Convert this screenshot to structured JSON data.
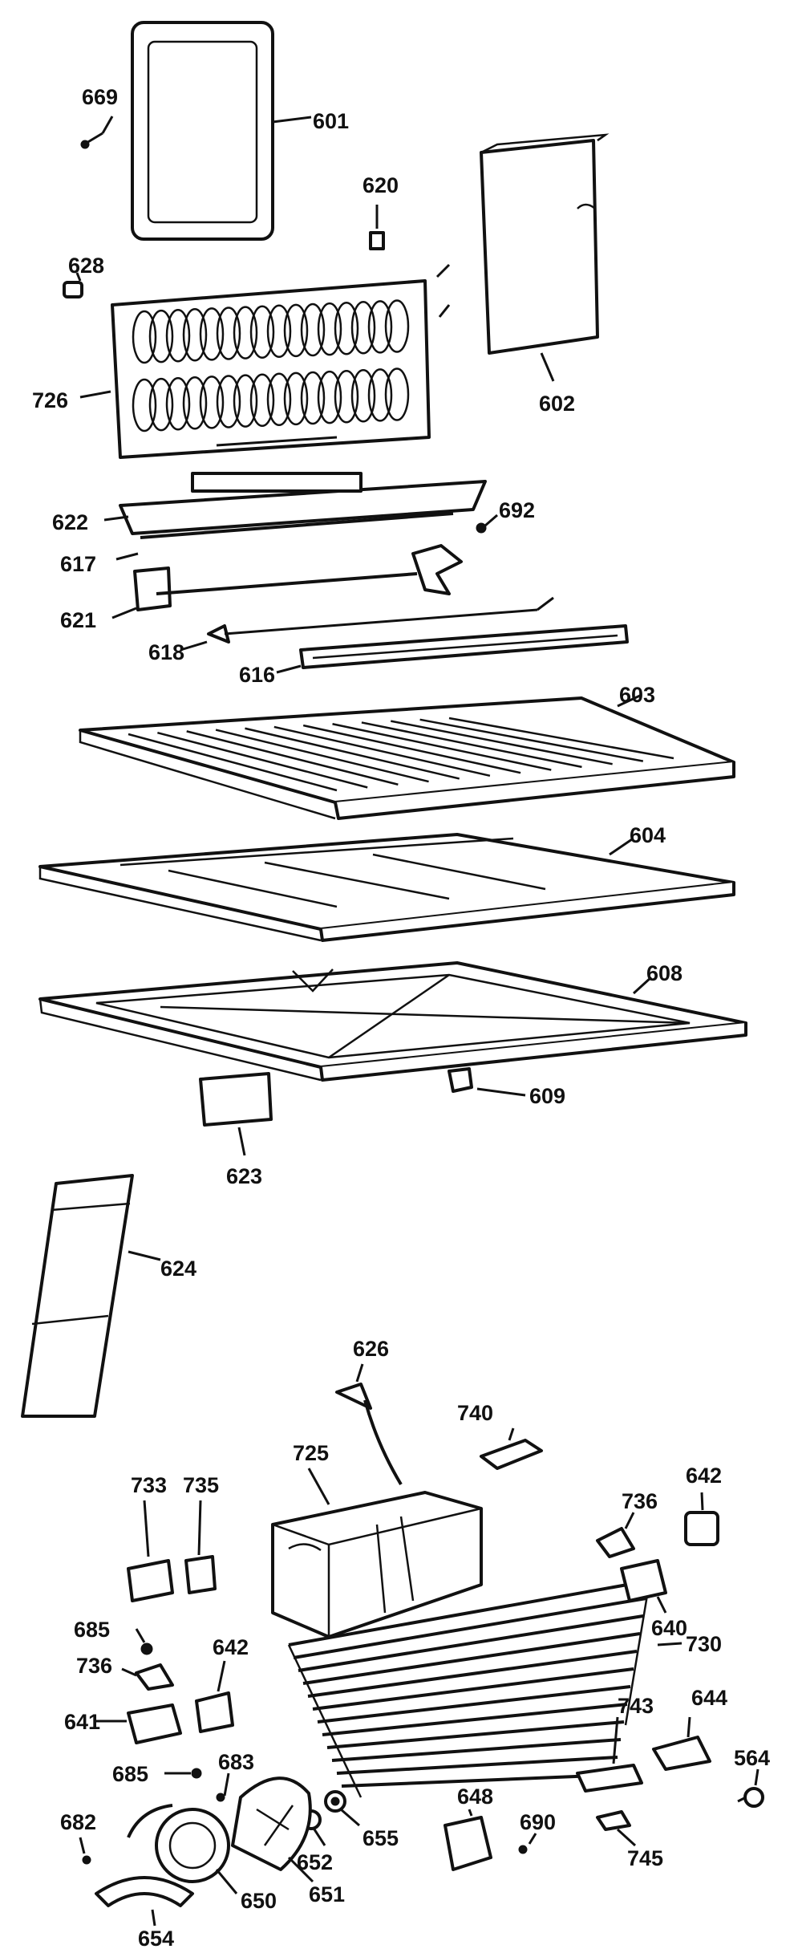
{
  "labels": {
    "p669": "669",
    "p601": "601",
    "p620": "620",
    "p628": "628",
    "p602": "602",
    "p726": "726",
    "p622": "622",
    "p692": "692",
    "p617": "617",
    "p621": "621",
    "p618": "618",
    "p616": "616",
    "p603": "603",
    "p604": "604",
    "p608": "608",
    "p609": "609",
    "p623": "623",
    "p624": "624",
    "p626": "626",
    "p740": "740",
    "p725": "725",
    "p733": "733",
    "p735": "735",
    "p736a": "736",
    "p642a": "642",
    "p685a": "685",
    "p736b": "736",
    "p642b": "642",
    "p641": "641",
    "p640": "640",
    "p730": "730",
    "p685b": "685",
    "p683": "683",
    "p643": "743",
    "p644": "644",
    "p564": "564",
    "p682": "682",
    "p655": "655",
    "p648": "648",
    "p690": "690",
    "p652": "652",
    "p745": "745",
    "p650": "650",
    "p651": "651",
    "p654": "654"
  }
}
